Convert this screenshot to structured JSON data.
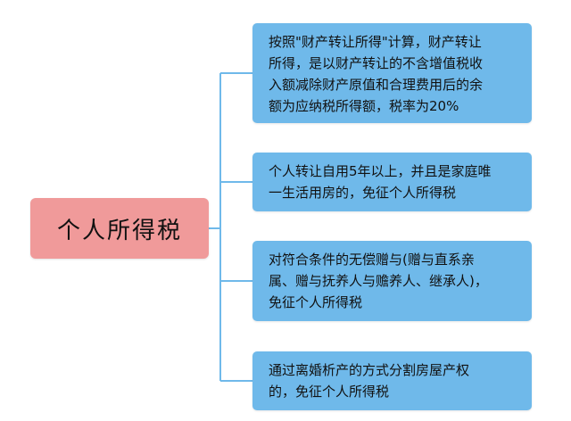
{
  "root": {
    "label": "个人所得税"
  },
  "branches": [
    {
      "text": "按照\"财产转让所得\"计算，财产转让\n所得，是以财产转让的不含增值税收\n入额减除财产原值和合理费用后的余\n额为应纳税所得额，税率为20%"
    },
    {
      "text": "个人转让自用5年以上，并且是家庭唯\n一生活用房的，免征个人所得税"
    },
    {
      "text": "对符合条件的无偿赠与(赠与直系亲\n属、赠与抚养人与赡养人、继承人)，\n免征个人所得税"
    },
    {
      "text": "通过离婚析产的方式分割房屋产权\n的，免征个人所得税"
    }
  ],
  "colors": {
    "root_fill": "#f09a9a",
    "branch_fill": "#6fb9ea",
    "connector": "#6fb9ea"
  }
}
